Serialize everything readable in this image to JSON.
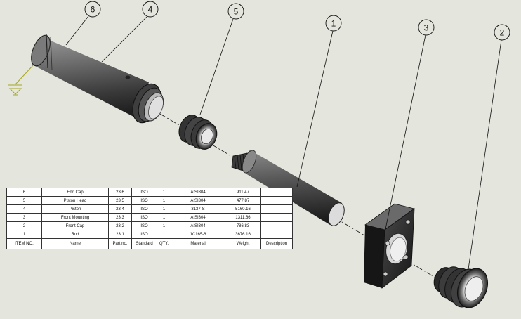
{
  "balloons": [
    {
      "id": "balloon-6",
      "label": "6"
    },
    {
      "id": "balloon-4",
      "label": "4"
    },
    {
      "id": "balloon-5",
      "label": "5"
    },
    {
      "id": "balloon-1",
      "label": "1"
    },
    {
      "id": "balloon-3",
      "label": "3"
    },
    {
      "id": "balloon-2",
      "label": "2"
    }
  ],
  "bom": {
    "headers": [
      "ITEM NO.",
      "Name",
      "Part no.",
      "Standard",
      "QTY.",
      "Material",
      "Weight",
      "Description"
    ],
    "rows": [
      [
        "6",
        "End Cap",
        "23.6",
        "ISO",
        "1",
        "AISI304",
        "911.47",
        ""
      ],
      [
        "5",
        "Piston Head",
        "23.5",
        "ISO",
        "1",
        "AISI304",
        "477.87",
        ""
      ],
      [
        "4",
        "Piston",
        "23.4",
        "ISO",
        "1",
        "3137-S",
        "5160.16",
        ""
      ],
      [
        "3",
        "Front Mounting",
        "23.3",
        "ISO",
        "1",
        "AISI304",
        "1311.66",
        ""
      ],
      [
        "2",
        "Front Cap",
        "23.2",
        "ISO",
        "1",
        "AISI304",
        "786.83",
        ""
      ],
      [
        "1",
        "Rod",
        "23.1",
        "ISO",
        "1",
        "1C165-6",
        "3676.16",
        ""
      ]
    ]
  }
}
